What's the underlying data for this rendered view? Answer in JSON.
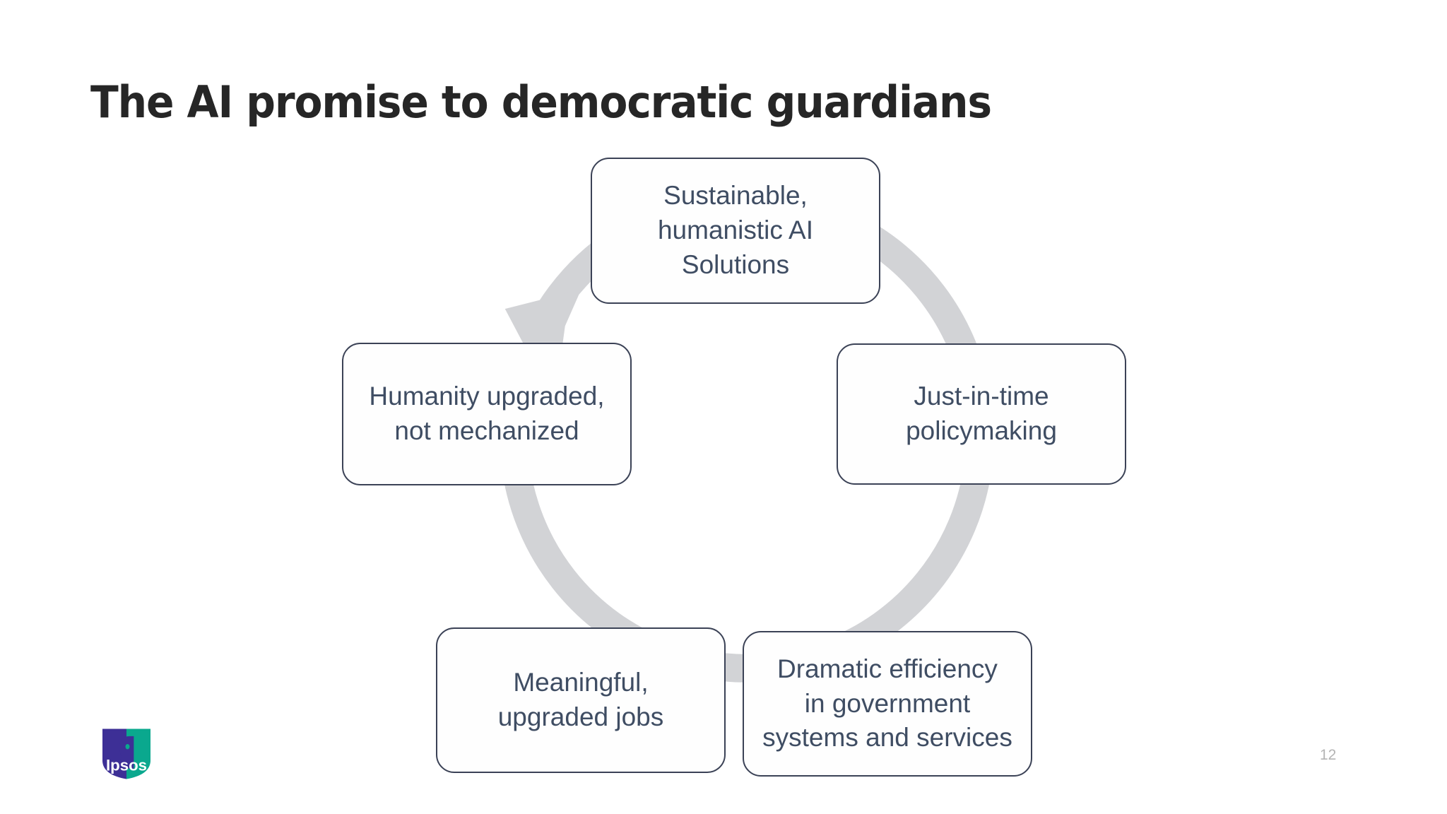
{
  "slide": {
    "title": "The AI promise to democratic guardians",
    "page_number": "12",
    "background_color": "#ffffff",
    "title_color": "#262626"
  },
  "diagram": {
    "type": "cycle",
    "direction": "clockwise",
    "ring_color": "#d2d3d6",
    "box_border_color": "#3b4256",
    "box_fill_color": "#fefefe",
    "box_text_color": "#3f4d63",
    "nodes": [
      {
        "id": "top",
        "position": "top",
        "label": "Sustainable,\nhumanistic AI\nSolutions"
      },
      {
        "id": "right",
        "position": "right",
        "label": "Just-in-time\npolicymaking"
      },
      {
        "id": "bottomright",
        "position": "bottom-right",
        "label": "Dramatic efficiency\nin government\nsystems and services"
      },
      {
        "id": "bottomleft",
        "position": "bottom-left",
        "label": "Meaningful,\nupgraded jobs"
      },
      {
        "id": "left",
        "position": "left",
        "label": "Humanity upgraded,\nnot mechanized"
      }
    ]
  },
  "brand": {
    "logo_name": "ipsos-logo",
    "logo_text": "Ipsos",
    "logo_color_left": "#3d2f96",
    "logo_color_right": "#0aa88e",
    "logo_text_color": "#ffffff"
  }
}
